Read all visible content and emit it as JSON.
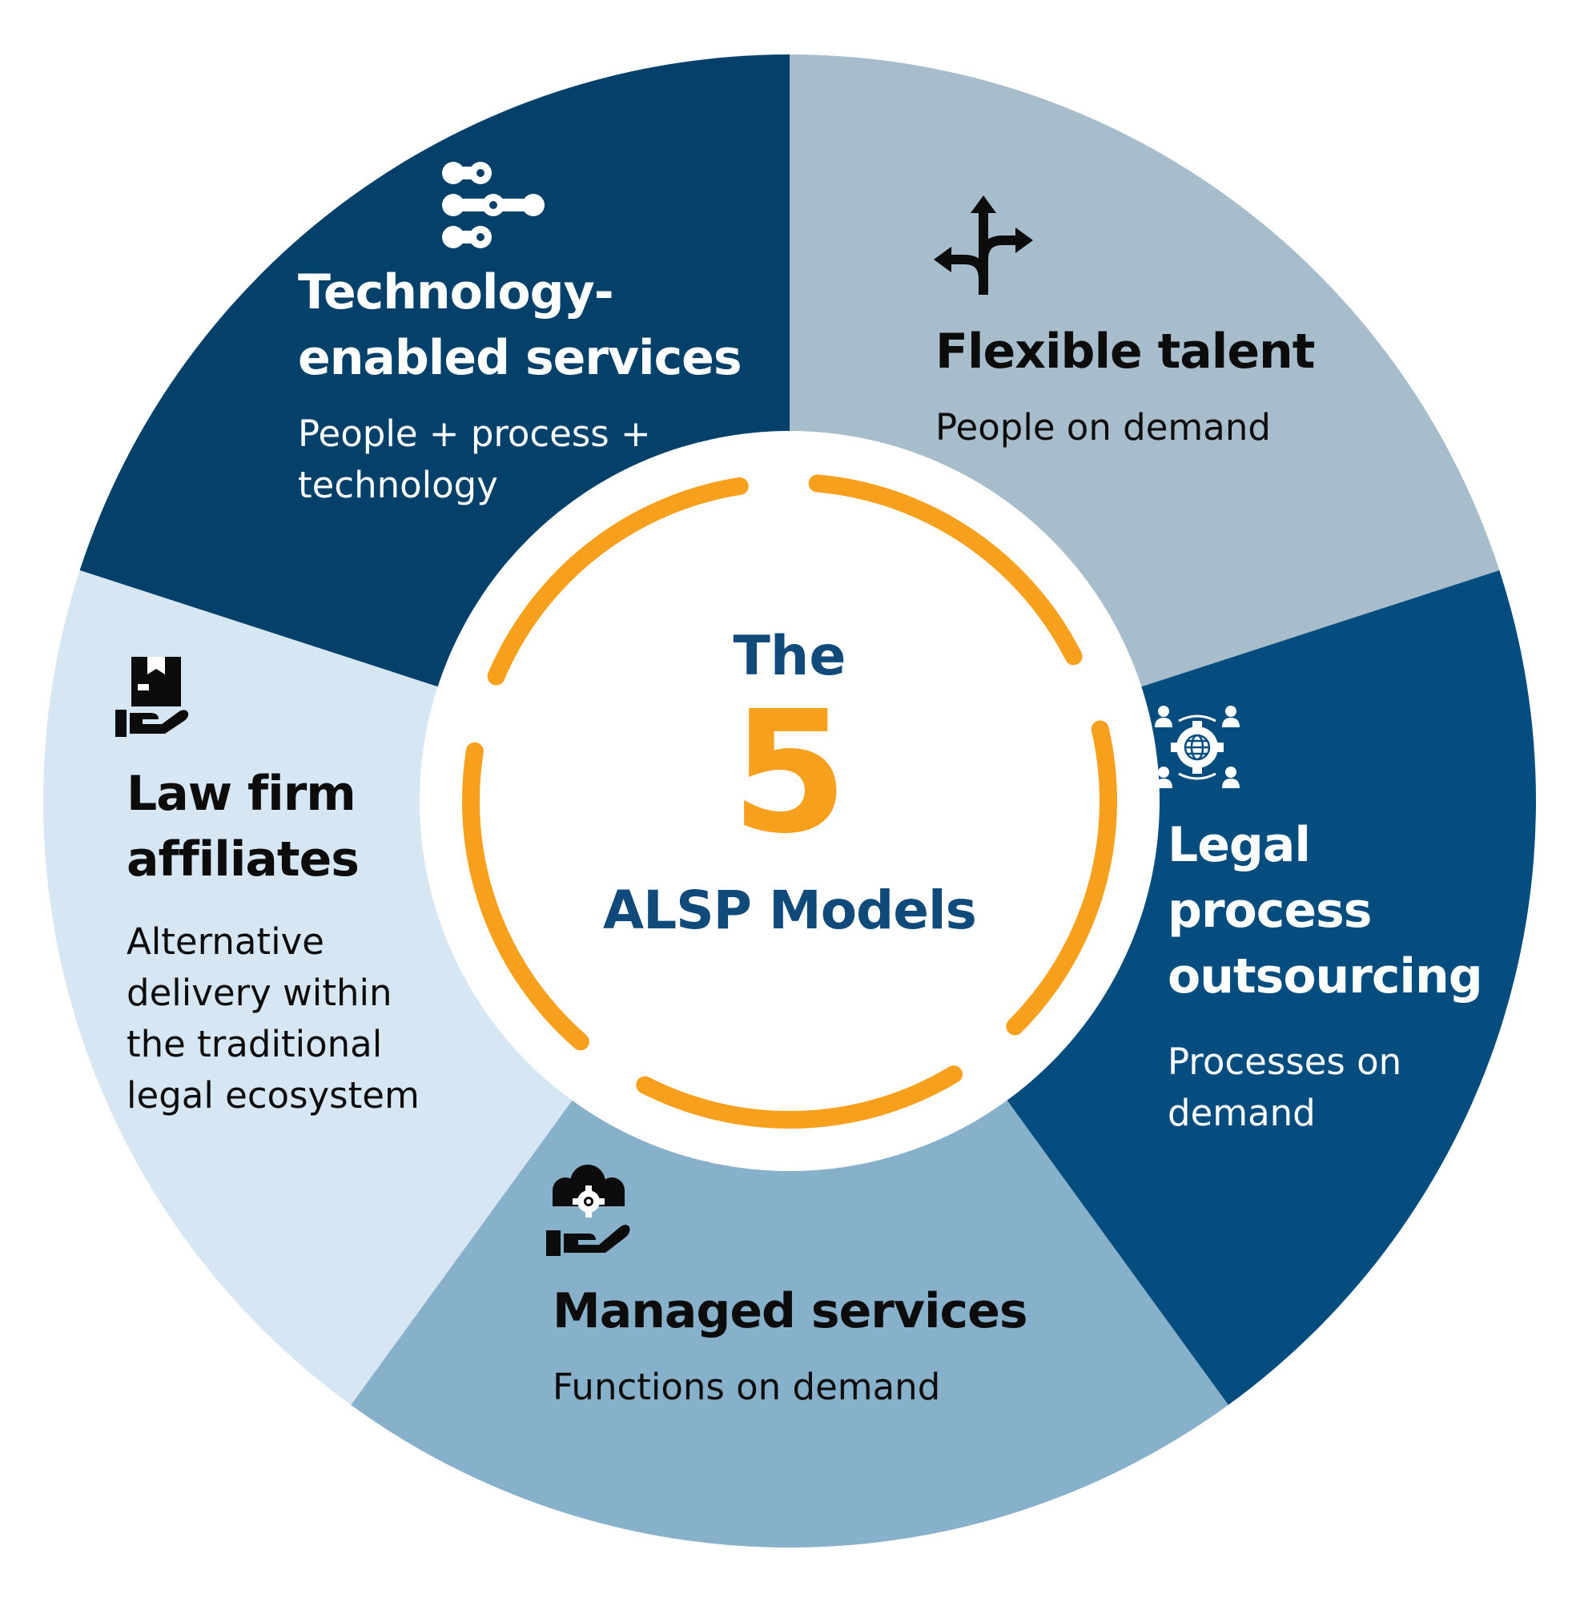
{
  "colors": {
    "tech": "#03406a",
    "flexible": "#a7bdcc",
    "lpo": "#044d7e",
    "managed": "#87b0ca",
    "lawfirm": "#d6e6f2",
    "center": "#ffffff",
    "ring": "#f7a01e",
    "center_text": "#0f4a7a"
  },
  "center": {
    "the": "The",
    "number": "5",
    "label": "ALSP Models"
  },
  "segments": {
    "tech": {
      "icon": "network-nodes-icon",
      "title_lines": [
        "Technology-",
        "enabled services"
      ],
      "subtitle_lines": [
        "People + process +",
        "technology"
      ]
    },
    "flexible": {
      "icon": "direction-arrows-icon",
      "title_lines": [
        "Flexible talent"
      ],
      "subtitle_lines": [
        "People on demand"
      ]
    },
    "lpo": {
      "icon": "global-gear-people-icon",
      "title_lines": [
        "Legal",
        "process",
        "outsourcing"
      ],
      "subtitle_lines": [
        "Processes on",
        "demand"
      ]
    },
    "managed": {
      "icon": "cloud-gear-hand-icon",
      "title_lines": [
        "Managed services"
      ],
      "subtitle_lines": [
        "Functions on demand"
      ]
    },
    "lawfirm": {
      "icon": "hand-box-icon",
      "title_lines": [
        "Law firm",
        "affiliates"
      ],
      "subtitle_lines": [
        "Alternative",
        "delivery within",
        "the traditional",
        "legal ecosystem"
      ]
    }
  }
}
